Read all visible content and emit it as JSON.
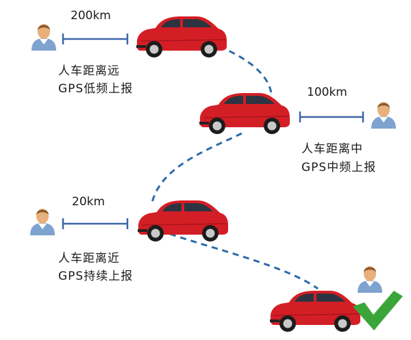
{
  "stages": [
    {
      "distance": "200km",
      "line1": "人车距离远",
      "line2": "GPS低频上报"
    },
    {
      "distance": "100km",
      "line1": "人车距离中",
      "line2": "GPS中频上报"
    },
    {
      "distance": "20km",
      "line1": "人车距离近",
      "line2": "GPS持续上报"
    }
  ],
  "colors": {
    "car": "#d41e26",
    "path": "#2d6aa8",
    "distance_line": "#3b66a8",
    "check": "#3aa639",
    "person_shirt": "#7fa3cf",
    "person_head": "#e8b07a"
  },
  "icons": [
    "person-icon",
    "car-icon",
    "checkmark-icon"
  ]
}
